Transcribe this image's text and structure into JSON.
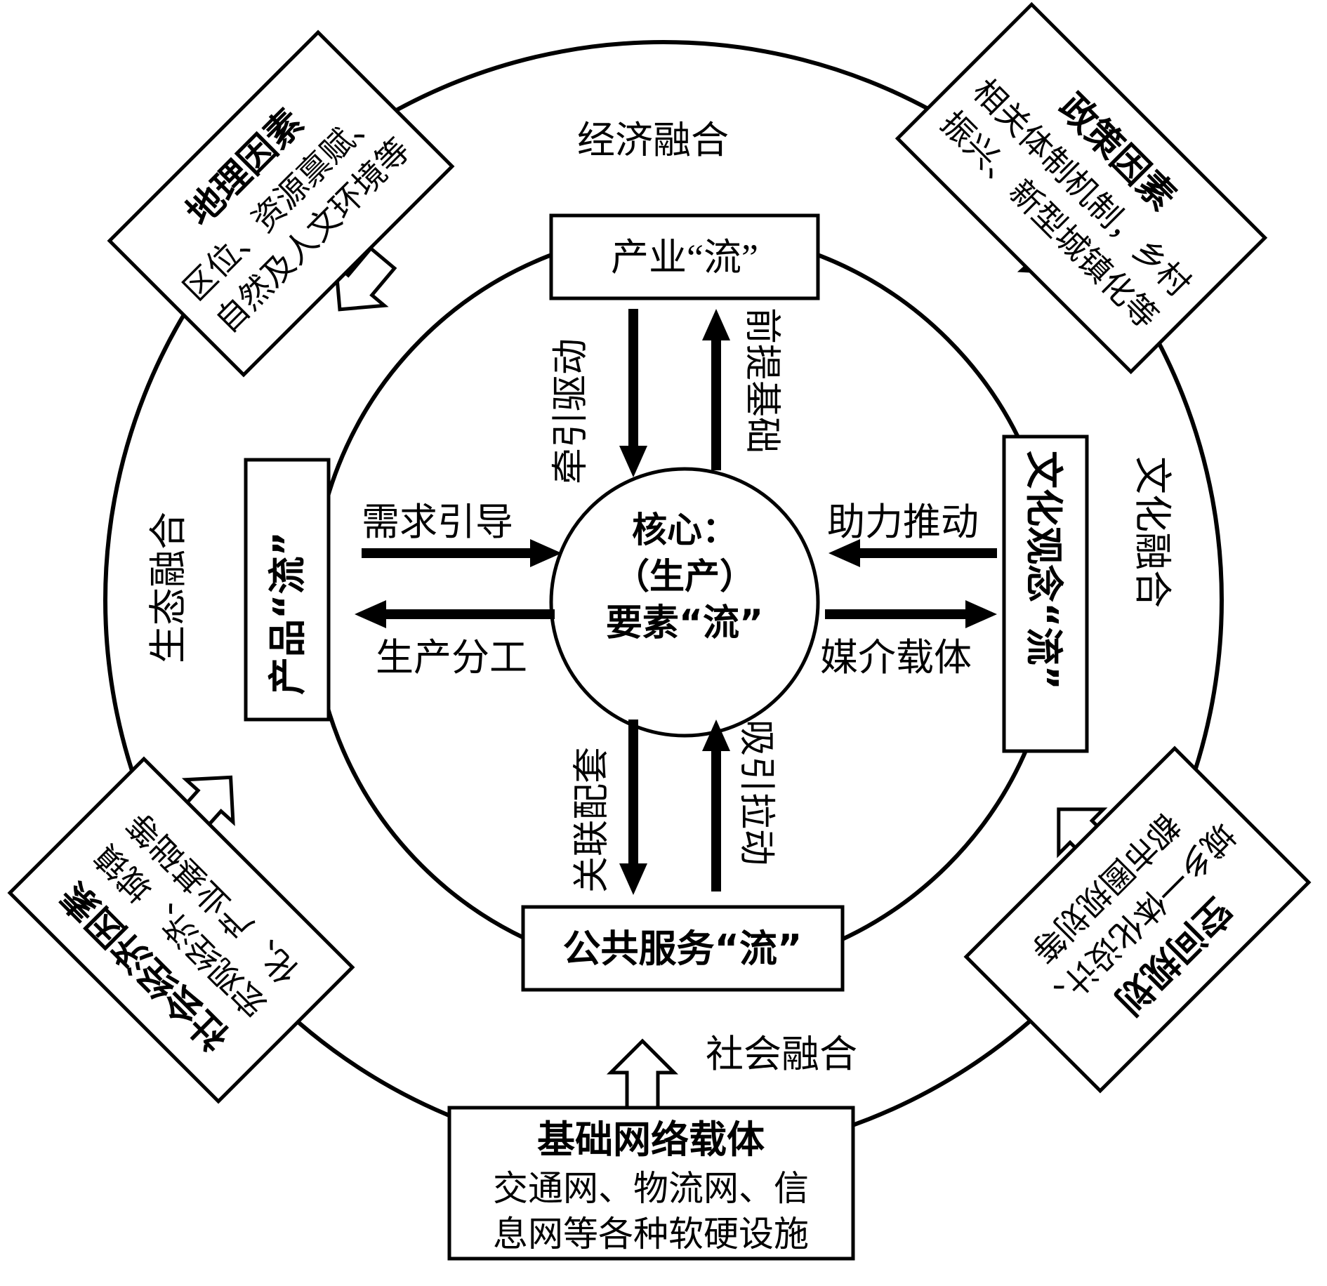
{
  "core": {
    "line1": "核心：",
    "line2": "（生产）",
    "line3": "要素“流”"
  },
  "flows": {
    "industry": "产业“流”",
    "product": "产品“流”",
    "culture": "文化观念“流”",
    "public_service": "公共服务“流”"
  },
  "arrow_labels": {
    "traction": "牵引驱动",
    "foundation": "前提基础",
    "demand": "需求引导",
    "division": "生产分工",
    "assist": "助力推动",
    "medium": "媒介载体",
    "support": "关联配套",
    "attract": "吸引拉动"
  },
  "integration": {
    "economic": "经济融合",
    "cultural": "文化融合",
    "ecological": "生态融合",
    "social": "社会融合"
  },
  "factors": {
    "geographic": {
      "title": "地理因素",
      "line1": "区位、资源禀赋、",
      "line2": "自然及人文环境等"
    },
    "policy": {
      "title": "政策因素",
      "line1": "相关体制机制，乡村",
      "line2": "振兴、新型城镇化等"
    },
    "socioeconomic": {
      "title": "社会经济因素",
      "line1": "宏观经济、城镇",
      "line2": "化、产业基础等"
    },
    "spatial": {
      "title": "空间规划",
      "line1": "城乡一体化设计、",
      "line2": "都市圈规划等"
    },
    "network": {
      "title": "基础网络载体",
      "line1": "交通网、物流网、信",
      "line2": "息网等各种软硬设施"
    }
  }
}
